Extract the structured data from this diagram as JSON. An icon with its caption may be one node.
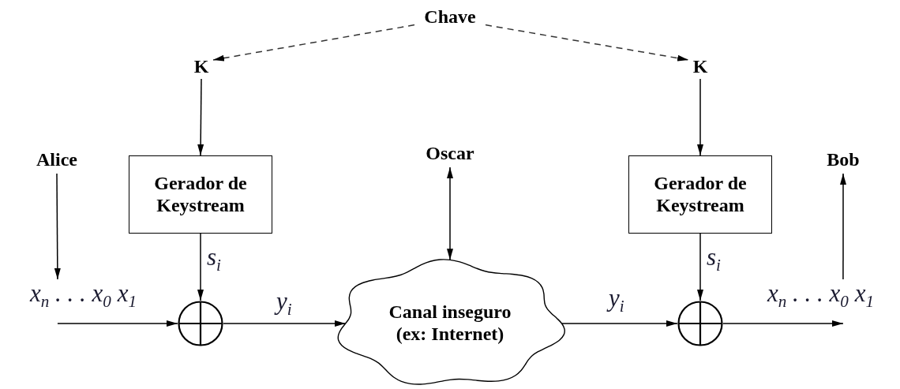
{
  "diagram": {
    "nodes": [
      {
        "text": [
          "Chave"
        ]
      },
      {
        "text": [
          "K"
        ]
      },
      {
        "text": [
          "K"
        ]
      },
      {
        "text": [
          "Alice"
        ]
      },
      {
        "text": [
          "Gerador de Keystream"
        ]
      },
      {
        "text": [
          "Oscar"
        ]
      },
      {
        "text": [
          "Gerador de Keystream"
        ]
      },
      {
        "text": [
          "Bob"
        ]
      },
      {
        "text": [
          "x$_{n}$ . . . x$_{0}$ x$_{1}$"
        ]
      },
      {
        "text": [],
        "shape": "circle"
      },
      {
        "text": [
          "Canal inseguro (ex: Internet)"
        ]
      },
      {
        "text": [],
        "shape": "circle"
      },
      {
        "text": [
          "x$_{n}$ . . . x$_{0}$ x$_{1}$"
        ]
      }
    ],
    "edges": [
      {
        "from": 0,
        "to": 1,
        "arrow": "to",
        "style": "dashed"
      },
      {
        "from": 0,
        "to": 2,
        "arrow": "to",
        "style": "dashed"
      },
      {
        "from": 1,
        "to": 4,
        "arrow": "to"
      },
      {
        "from": 2,
        "to": 6,
        "arrow": "to"
      },
      {
        "from": 3,
        "to": 8,
        "arrow": "to"
      },
      {
        "from": 4,
        "to": 9,
        "arrow": "to",
        "label": "s$_{i}$"
      },
      {
        "from": 8,
        "to": 9,
        "arrow": "to"
      },
      {
        "from": 9,
        "to": 10,
        "arrow": "to",
        "label": "y$_{i}$"
      },
      {
        "from": 5,
        "to": 10,
        "arrow": "both"
      },
      {
        "from": 10,
        "to": 11,
        "arrow": "to",
        "label": "y$_{i}$"
      },
      {
        "from": 6,
        "to": 11,
        "arrow": "to",
        "label": "s$_{i}$"
      },
      {
        "from": 11,
        "to": 12,
        "arrow": "to"
      },
      {
        "from": 12,
        "to": 7,
        "arrow": "to"
      }
    ]
  }
}
